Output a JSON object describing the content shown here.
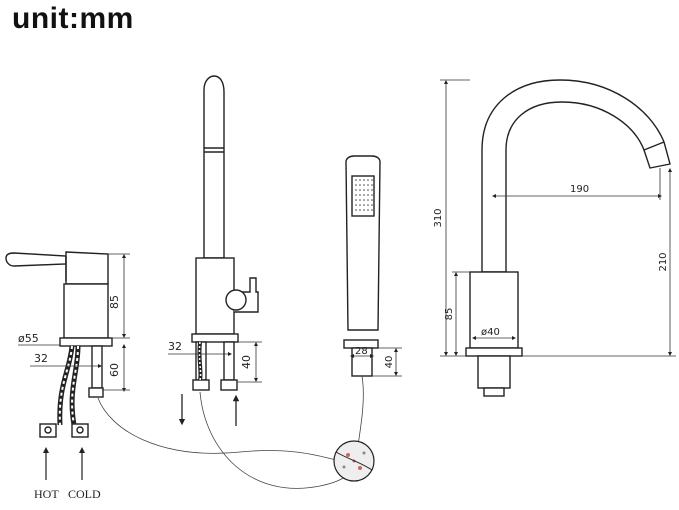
{
  "title": "unit:mm",
  "labels": {
    "hot": "HOT",
    "cold": "COLD"
  },
  "dimensions": {
    "mixer_height": "85",
    "mixer_diameter": "ø55",
    "mixer_hose_spacing": "32",
    "mixer_shank": "60",
    "tap_hose_spacing": "32",
    "tap_shank": "40",
    "shower_diameter": "28",
    "shower_shank": "40",
    "spout_height": "310",
    "spout_reach": "190",
    "spout_outlet_height": "210",
    "spout_base_height": "85",
    "spout_base_diameter": "ø40"
  }
}
